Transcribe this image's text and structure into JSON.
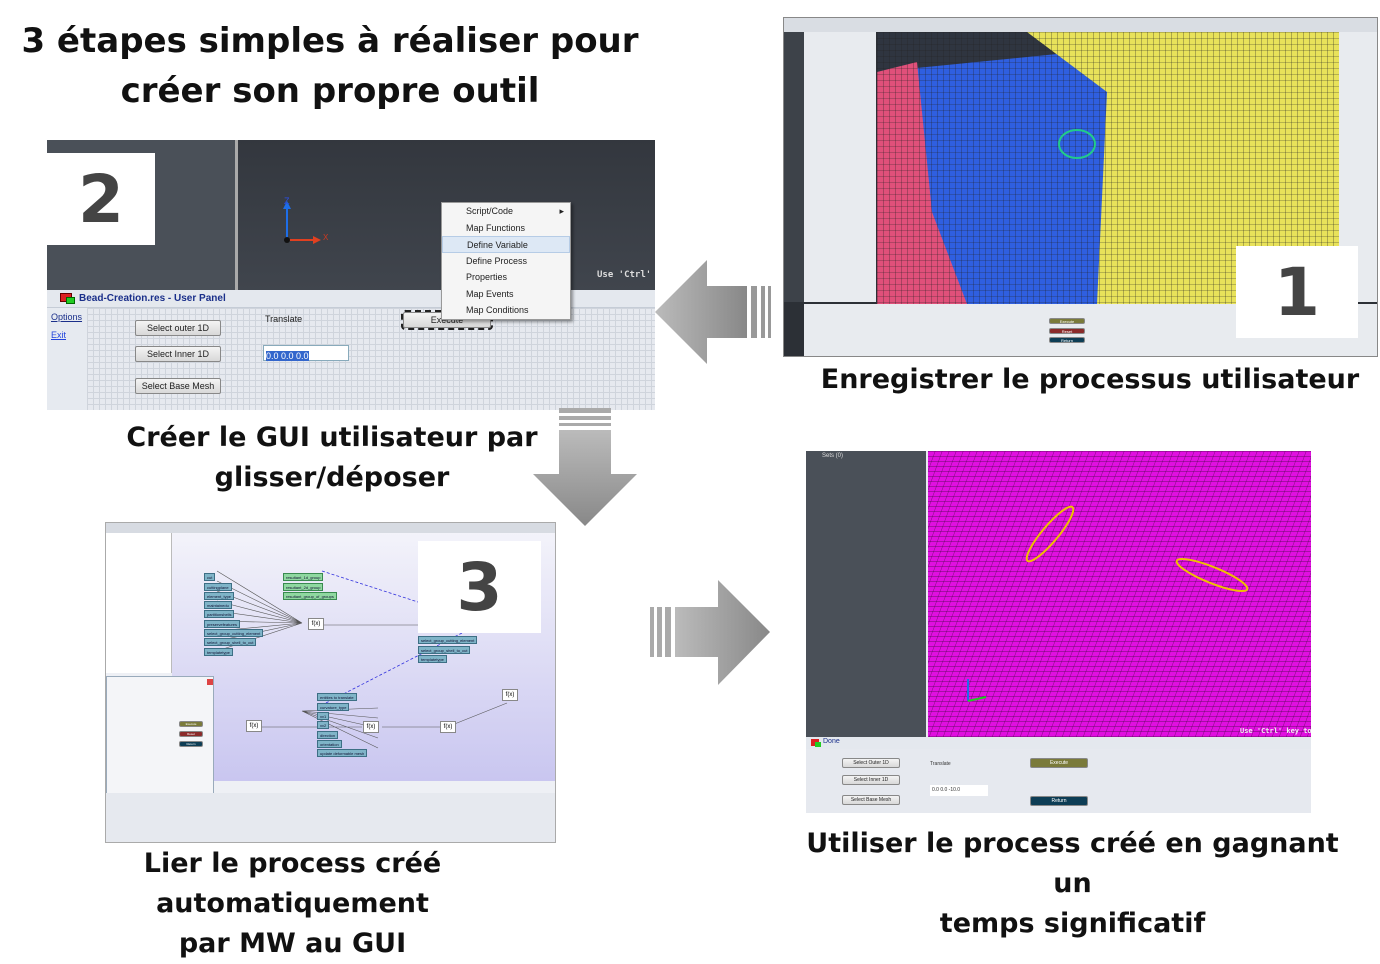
{
  "title": [
    "3 étapes simples à réaliser pour",
    "créer son propre outil"
  ],
  "steps": {
    "step1": {
      "number": "1",
      "caption": "Enregistrer le processus utilisateur",
      "buttons": [
        "Execute",
        "Reset",
        "Return"
      ]
    },
    "step2": {
      "number": "2",
      "caption": [
        "Créer le GUI utilisateur par",
        "glisser/déposer"
      ],
      "panel_title": "Bead-Creation.res -  User Panel",
      "viewport_hint": "Use 'Ctrl'",
      "axis": {
        "z": "Z",
        "x": "X"
      },
      "links": [
        "Options",
        "Exit"
      ],
      "buttons": [
        "Select outer 1D",
        "Select Inner 1D",
        "Select Base Mesh",
        "Execute"
      ],
      "translate_label": "Translate",
      "translate_value": "0.0 0.0 0.0",
      "context_menu": [
        "Script/Code",
        "Map Functions",
        "Define Variable",
        "Define Process",
        "Properties",
        "Map Events",
        "Map Conditions"
      ],
      "context_menu_selected": "Define Variable"
    },
    "step3": {
      "number": "3",
      "caption": [
        "Lier le process créé automatiquement",
        "par MW au GUI"
      ],
      "nodes_left": [
        "cut",
        "cuttingplane",
        "element_type",
        "maintainedu",
        "partitionshells",
        "preservefeatures",
        "select_group_cutting_element",
        "select_group_shell_to_cut",
        "templatetype"
      ],
      "nodes_green": [
        "resultant_1d_group",
        "resultant_2d_group",
        "resultant_group_of_groups"
      ],
      "nodes_right": [
        "select_group_cutting_element",
        "select_group_shell_to_cut",
        "templatetype"
      ],
      "nodes_bottom": [
        "entities to translate",
        "curvature_type",
        "xv1",
        "xv2",
        "direction",
        "orientation",
        "update deformable mesh"
      ],
      "function_label": "f(x)",
      "buttons": [
        "Execute",
        "Reset",
        "Return"
      ]
    },
    "step4": {
      "caption": [
        "Utiliser le process créé en gagnant un",
        "temps significatif"
      ],
      "panel_title": "Done",
      "viewport_hint": "Use 'Ctrl' key to",
      "sets_label": "Sets (0)",
      "buttons": [
        "Select Outer 1D",
        "Select Inner 1D",
        "Select Base Mesh"
      ],
      "translate_label": "Translate",
      "translate_value": "0.0 0.0 -10.0",
      "execute": "Execute",
      "return": "Return"
    }
  },
  "colors": {
    "mesh_yellow": "#e8e25a",
    "mesh_blue": "#2f5fe0",
    "mesh_pink": "#e0507a",
    "mesh_magenta": "#e010e0",
    "execute": "#7a7a3a",
    "reset": "#8a2a2a",
    "return": "#0d3d55"
  }
}
